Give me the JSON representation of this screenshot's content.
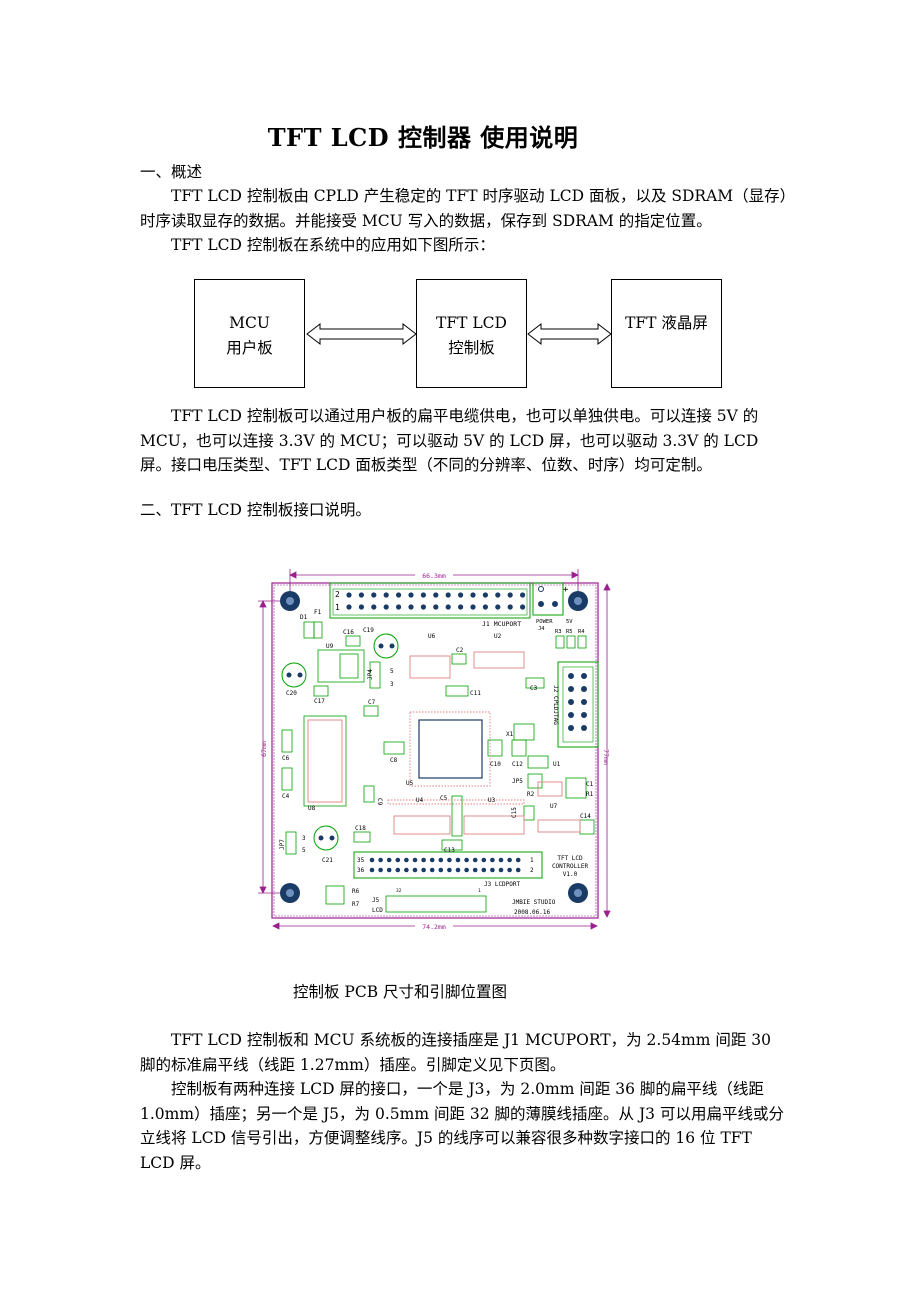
{
  "title": "TFT LCD  控制器  使用说明",
  "section1_heading": "一、概述",
  "para1": "TFT LCD  控制板由 CPLD 产生稳定的 TFT 时序驱动 LCD 面板，以及 SDRAM（显存）时序读取显存的数据。并能接受 MCU 写入的数据，保存到 SDRAM 的指定位置。",
  "para2": "TFT LCD  控制板在系统中的应用如下图所示：",
  "diagram": {
    "box1_line1": "MCU",
    "box1_line2": "用户板",
    "box2_line1": "TFT LCD",
    "box2_line2": "控制板",
    "box3_line1": "TFT 液晶屏"
  },
  "para3": "TFT LCD  控制板可以通过用户板的扁平电缆供电，也可以单独供电。可以连接 5V 的 MCU，也可以连接 3.3V 的 MCU；可以驱动 5V 的 LCD 屏，也可以驱动 3.3V 的 LCD 屏。接口电压类型、TFT LCD 面板类型（不同的分辨率、位数、时序）均可定制。",
  "section2_heading": "二、TFT LCD  控制板接口说明。",
  "pcb": {
    "dim_top": "66.3mm",
    "dim_bottom": "74.2mm",
    "dim_left": "67mm",
    "dim_right": "77mm",
    "labels": {
      "j1": "J1  MCUPORT",
      "j1_pin2": "2",
      "j1_pin1": "1",
      "power": "POWER",
      "j4": "J4",
      "fivev": "5V",
      "plus": "+",
      "r3": "R3",
      "r5": "R5",
      "r4": "R4",
      "d1": "D1",
      "f1": "F1",
      "c16": "C16",
      "c19": "C19",
      "u6": "U6",
      "u2": "U2",
      "u9": "U9",
      "c2": "C2",
      "jp4": "JP4",
      "five": "5",
      "three": "3",
      "c20": "C20",
      "c17": "C17",
      "c11": "C11",
      "c3": "C3",
      "j2": "J2  CPLDJTAG",
      "c7": "C7",
      "x1": "X1",
      "c6": "C6",
      "c8": "C8",
      "c10": "C10",
      "c12": "C12",
      "u1": "U1",
      "u5": "U5",
      "jp5": "JP5",
      "c1": "C1",
      "r2": "R2",
      "r1": "R1",
      "c4": "C4",
      "u8": "U8",
      "c9": "C9",
      "u4": "U4",
      "c5": "C5",
      "u3": "U3",
      "u7": "U7",
      "c15": "C15",
      "c14": "C14",
      "c18": "C18",
      "c13": "C13",
      "jp7": "JP7",
      "c21": "C21",
      "j3_35": "35",
      "j3_36": "36",
      "j3_1": "1",
      "j3_2": "2",
      "ctrl_line1": "TFT LCD",
      "ctrl_line2": "CONTROLLER",
      "ctrl_line3": "V1.0",
      "j3": "J3  LCDPORT",
      "r6": "R6",
      "r7": "R7",
      "j5": "J5",
      "lcd": "LCD",
      "studio": "JMBIE STUDIO",
      "date": "2008.06.16",
      "fpc32": "32",
      "fpc1": "1"
    }
  },
  "caption": "控制板 PCB 尺寸和引脚位置图",
  "para4": "TFT LCD  控制板和 MCU 系统板的连接插座是 J1 MCUPORT，为 2.54mm 间距 30 脚的标准扁平线（线距 1.27mm）插座。引脚定义见下页图。",
  "para5": "控制板有两种连接 LCD 屏的接口，一个是 J3，为 2.0mm 间距 36 脚的扁平线（线距 1.0mm）插座；另一个是 J5，为 0.5mm 间距 32 脚的薄膜线插座。从 J3 可以用扁平线或分立线将 LCD 信号引出，方便调整线序。J5 的线序可以兼容很多种数字接口的 16 位 TFT LCD 屏。",
  "colors": {
    "outline": "#9b1f8f",
    "silk": "#00a000",
    "copper": "#e08080",
    "hole": "#1a3b66",
    "text": "#000000"
  }
}
